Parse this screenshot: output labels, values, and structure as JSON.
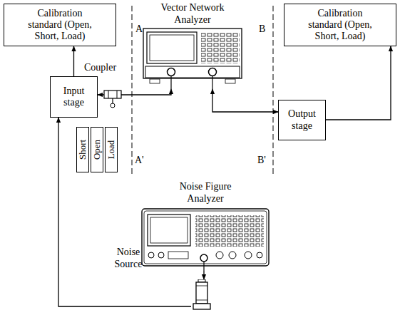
{
  "diagram": {
    "nodes": [
      {
        "text": [
          "Calibration standard (Open, Short, Load)"
        ]
      },
      {
        "text": [
          "Vector Network Analyzer"
        ]
      },
      {
        "text": [
          "Calibration standard (Open, Short, Load)"
        ]
      },
      {
        "text": [
          "Input stage"
        ]
      },
      {
        "text": [
          "Output stage"
        ]
      },
      {
        "text": [
          "Short"
        ]
      },
      {
        "text": [
          "Open"
        ]
      },
      {
        "text": [
          "Load"
        ]
      },
      {
        "text": [
          "Noise Figure Analyzer"
        ]
      },
      {
        "text": [
          "Noise Source"
        ]
      }
    ],
    "edges": [
      {
        "from": 3,
        "to": 0,
        "arrow": "to"
      },
      {
        "from": 3,
        "to": 1,
        "arrow": "both"
      },
      {
        "from": 1,
        "to": 4,
        "arrow": "both"
      },
      {
        "from": 4,
        "to": 2,
        "arrow": "to"
      },
      {
        "from": 8,
        "to": 9,
        "arrow": "to"
      },
      {
        "from": 9,
        "to": 3,
        "arrow": "to"
      }
    ],
    "labels": [
      "Coupler",
      "A",
      "B",
      "A'",
      "B'"
    ]
  }
}
